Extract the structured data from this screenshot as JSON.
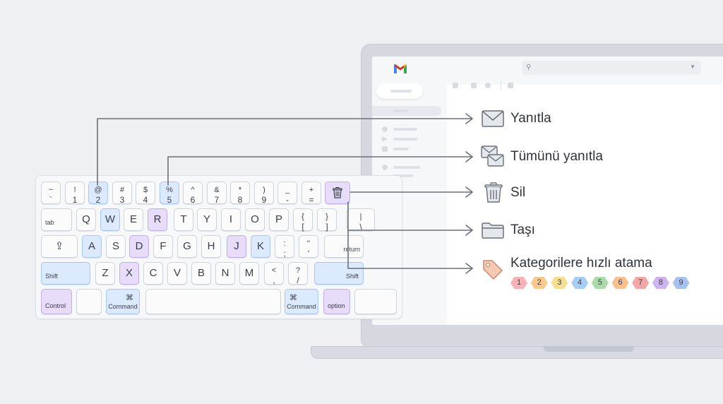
{
  "keyboard": {
    "rows": [
      [
        {
          "id": "tilde",
          "top": "~",
          "bot": "`"
        },
        {
          "id": "1",
          "top": "!",
          "bot": "1"
        },
        {
          "id": "2",
          "top": "@",
          "bot": "2",
          "hl": "blue"
        },
        {
          "id": "3",
          "top": "#",
          "bot": "3"
        },
        {
          "id": "4",
          "top": "$",
          "bot": "4"
        },
        {
          "id": "5",
          "top": "%",
          "bot": "5",
          "hl": "blue"
        },
        {
          "id": "6",
          "top": "^",
          "bot": "6"
        },
        {
          "id": "7",
          "top": "&",
          "bot": "7"
        },
        {
          "id": "8",
          "top": "*",
          "bot": "8"
        },
        {
          "id": "9",
          "top": ")",
          "bot": "9"
        },
        {
          "id": "minus",
          "top": "_",
          "bot": "-"
        },
        {
          "id": "equal",
          "top": "+",
          "bot": "="
        },
        {
          "id": "delete",
          "icon": "trash-icon",
          "hl": "purple"
        }
      ],
      [
        {
          "id": "tab",
          "label": "tab"
        },
        {
          "id": "q",
          "label": "Q"
        },
        {
          "id": "w",
          "label": "W",
          "hl": "blue"
        },
        {
          "id": "e",
          "label": "E"
        },
        {
          "id": "r",
          "label": "R",
          "hl": "purple"
        },
        {
          "id": "t",
          "label": "T"
        },
        {
          "id": "y",
          "label": "Y"
        },
        {
          "id": "i",
          "label": "I"
        },
        {
          "id": "o",
          "label": "O"
        },
        {
          "id": "p",
          "label": "P"
        },
        {
          "id": "lbrace",
          "top": "{",
          "bot": "["
        },
        {
          "id": "rbrace",
          "top": "}",
          "bot": "]"
        },
        {
          "id": "pipe",
          "top": "|",
          "bot": "\\"
        }
      ],
      [
        {
          "id": "caps",
          "label": "⇪"
        },
        {
          "id": "a",
          "label": "A",
          "hl": "blue"
        },
        {
          "id": "s",
          "label": "S"
        },
        {
          "id": "d",
          "label": "D",
          "hl": "purple"
        },
        {
          "id": "f",
          "label": "F"
        },
        {
          "id": "g",
          "label": "G"
        },
        {
          "id": "h",
          "label": "H"
        },
        {
          "id": "j",
          "label": "J",
          "hl": "purple"
        },
        {
          "id": "k",
          "label": "K",
          "hl": "blue"
        },
        {
          "id": "semicolon",
          "top": ":",
          "bot": ";"
        },
        {
          "id": "quote",
          "top": "\"",
          "bot": "'"
        },
        {
          "id": "return",
          "label": "return"
        }
      ],
      [
        {
          "id": "shift-left",
          "label": "Shift",
          "hl": "blue"
        },
        {
          "id": "z",
          "label": "Z"
        },
        {
          "id": "x",
          "label": "X",
          "hl": "purple"
        },
        {
          "id": "c",
          "label": "C"
        },
        {
          "id": "v",
          "label": "V"
        },
        {
          "id": "b",
          "label": "B"
        },
        {
          "id": "n",
          "label": "N"
        },
        {
          "id": "m",
          "label": "M"
        },
        {
          "id": "comma",
          "top": "<",
          "bot": ","
        },
        {
          "id": "slash",
          "top": "?",
          "bot": "/"
        },
        {
          "id": "shift-right",
          "label": "Shift",
          "hl": "blue"
        }
      ],
      [
        {
          "id": "control",
          "label": "Control",
          "hl": "purple"
        },
        {
          "id": "blank",
          "label": ""
        },
        {
          "id": "command-left",
          "label": "Command",
          "sym": "⌘",
          "hl": "blue"
        },
        {
          "id": "space",
          "label": ""
        },
        {
          "id": "command-right",
          "label": "Command",
          "sym": "⌘",
          "hl": "blue"
        },
        {
          "id": "option",
          "label": "option",
          "hl": "purple"
        },
        {
          "id": "edge",
          "label": ""
        }
      ]
    ]
  },
  "actions": {
    "reply": "Yanıtla",
    "reply_all": "Tümünü yanıtla",
    "delete": "Sil",
    "move": "Taşı",
    "categorize": "Kategorilere hızlı atama"
  },
  "category_chips": [
    {
      "label": "1",
      "color": "#f7b3b3"
    },
    {
      "label": "2",
      "color": "#f8c98e"
    },
    {
      "label": "3",
      "color": "#f6e08f"
    },
    {
      "label": "4",
      "color": "#a8cdf5"
    },
    {
      "label": "5",
      "color": "#a9dca8"
    },
    {
      "label": "6",
      "color": "#f8c08f"
    },
    {
      "label": "7",
      "color": "#f3a6a6"
    },
    {
      "label": "8",
      "color": "#cdb4f0"
    },
    {
      "label": "9",
      "color": "#a8c2f0"
    }
  ],
  "colors": {
    "highlight_blue": "#dceaff",
    "highlight_purple": "#e8dcfb",
    "arrow": "#6b7079",
    "gmail_red": "#d93025"
  }
}
